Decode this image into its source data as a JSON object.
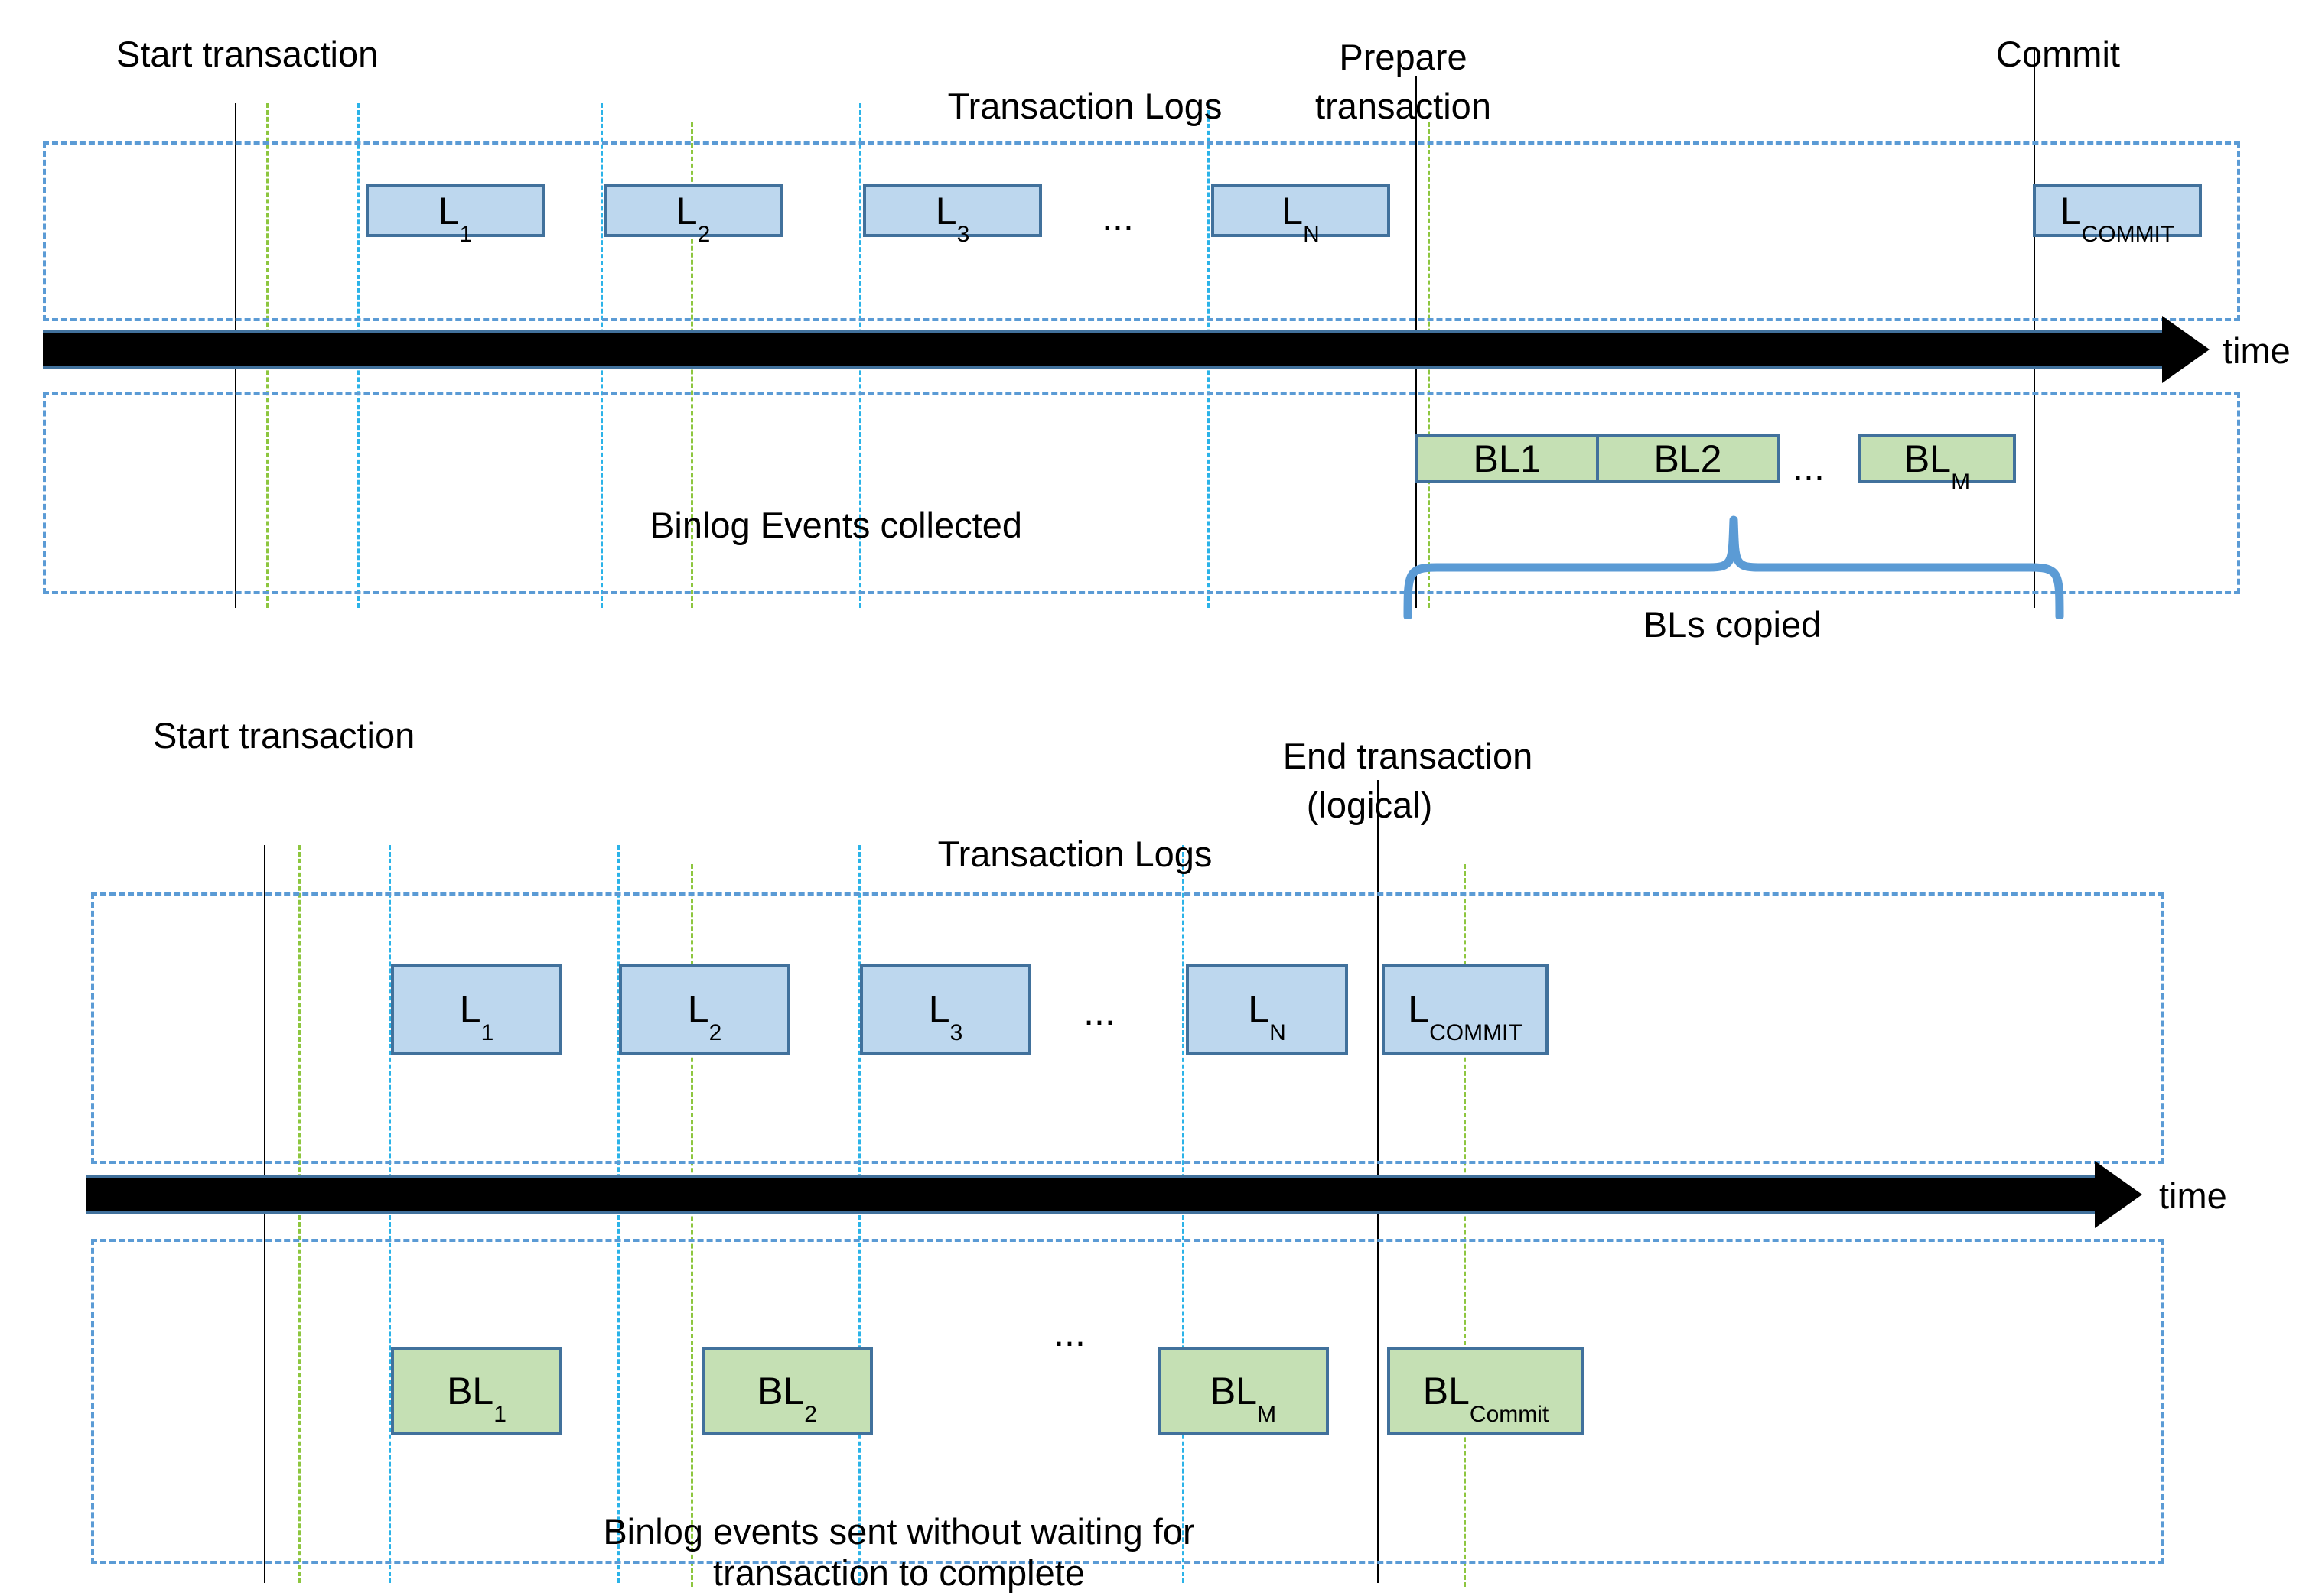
{
  "diagram": {
    "title_hidden": "",
    "colors": {
      "log_box_fill": "#BDD7EE",
      "log_box_border": "#41719C",
      "binlog_box_fill": "#C5E0B4",
      "binlog_box_border": "#41719C",
      "panel_border": "#5B9BD5",
      "guide_cyan": "#2BB3E8",
      "guide_green": "#8DC63F",
      "timeline": "#000000",
      "brace": "#5B9BD5"
    },
    "panels": [
      {
        "id": "top",
        "markers": [
          {
            "name": "start-transaction",
            "label": "Start transaction"
          },
          {
            "name": "prepare-transaction",
            "label": "Prepare\ntransaction"
          },
          {
            "name": "commit",
            "label": "Commit"
          }
        ],
        "upper_band_label": "Transaction Logs",
        "lower_band_label": "Binlog Events collected",
        "timeline_label": "time",
        "log_boxes": [
          {
            "base": "L",
            "sub": "1"
          },
          {
            "base": "L",
            "sub": "2"
          },
          {
            "base": "L",
            "sub": "3"
          },
          {
            "base": "L",
            "sub": "N"
          },
          {
            "base": "L",
            "sub": "COMMIT"
          }
        ],
        "log_ellipsis": "...",
        "binlog_boxes": [
          {
            "base": "BL",
            "sub": "1"
          },
          {
            "base": "BL",
            "sub": "2"
          },
          {
            "base": "BL",
            "sub": "M"
          }
        ],
        "binlog_ellipsis": "...",
        "brace_label": "BLs copied"
      },
      {
        "id": "bottom",
        "markers": [
          {
            "name": "start-transaction",
            "label": "Start transaction"
          },
          {
            "name": "end-transaction",
            "label": "End transaction\n(logical)"
          }
        ],
        "upper_band_label": "Transaction Logs",
        "lower_band_label": "Binlog events sent without waiting for\ntransaction to complete",
        "lower_band_label_line1": "Binlog events sent without waiting for",
        "lower_band_label_line2": "transaction to complete",
        "timeline_label": "time",
        "log_boxes": [
          {
            "base": "L",
            "sub": "1"
          },
          {
            "base": "L",
            "sub": "2"
          },
          {
            "base": "L",
            "sub": "3"
          },
          {
            "base": "L",
            "sub": "N"
          },
          {
            "base": "L",
            "sub": "COMMIT"
          }
        ],
        "log_ellipsis": "...",
        "binlog_boxes": [
          {
            "base": "BL",
            "sub": "1"
          },
          {
            "base": "BL",
            "sub": "2"
          },
          {
            "base": "BL",
            "sub": "M"
          },
          {
            "base": "BL",
            "sub": "Commit"
          }
        ],
        "binlog_ellipsis": "..."
      }
    ]
  },
  "top": {
    "marker_start": "Start transaction",
    "marker_prepare_l1": "Prepare",
    "marker_prepare_l2": "transaction",
    "marker_commit": "Commit",
    "transaction_logs": "Transaction Logs",
    "binlog_collected": "Binlog Events collected",
    "time": "time",
    "brace_label": "BLs copied",
    "ellipsis_logs": "...",
    "ellipsis_binlogs": "...",
    "log1_base": "L",
    "log1_sub": "1",
    "log2_base": "L",
    "log2_sub": "2",
    "log3_base": "L",
    "log3_sub": "3",
    "logN_base": "L",
    "logN_sub": "N",
    "logC_base": "L",
    "logC_sub": "COMMIT",
    "bl1_base": "BL",
    "bl1_sub": "1",
    "bl2_base": "BL",
    "bl2_sub": "2",
    "blM_base": "BL",
    "blM_sub": "M"
  },
  "bottom": {
    "marker_start": "Start transaction",
    "marker_end_l1": "End transaction",
    "marker_end_l2": "(logical)",
    "transaction_logs": "Transaction Logs",
    "binlog_note_l1": "Binlog events sent without waiting for",
    "binlog_note_l2": "transaction to complete",
    "time": "time",
    "ellipsis_logs": "...",
    "ellipsis_binlogs": "...",
    "log1_base": "L",
    "log1_sub": "1",
    "log2_base": "L",
    "log2_sub": "2",
    "log3_base": "L",
    "log3_sub": "3",
    "logN_base": "L",
    "logN_sub": "N",
    "logC_base": "L",
    "logC_sub": "COMMIT",
    "bl1_base": "BL",
    "bl1_sub": "1",
    "bl2_base": "BL",
    "bl2_sub": "2",
    "blM_base": "BL",
    "blM_sub": "M",
    "blC_base": "BL",
    "blC_sub": "Commit"
  }
}
